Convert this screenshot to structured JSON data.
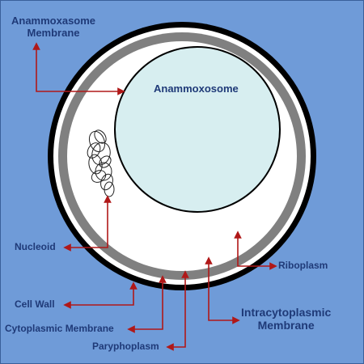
{
  "labels": {
    "anammoxosome_membrane_line1": "Anammoxasome",
    "anammoxosome_membrane_line2": "Membrane",
    "anammoxosome": "Anammoxosome",
    "nucleoid": "Nucleoid",
    "riboplasm": "Riboplasm",
    "cell_wall": "Cell Wall",
    "intracytoplasmic_membrane_line1": "Intracytoplasmic",
    "intracytoplasmic_membrane_line2": "Membrane",
    "cytoplasmic_membrane": "Cytoplasmic Membrane",
    "paryphoplasm": "Paryphoplasm"
  },
  "colors": {
    "background": "#6f9bd8",
    "cell_wall": "#000000",
    "cytoplasmic_membrane": "#ffffff",
    "intracytoplasmic_membrane": "#808080",
    "riboplasm": "#ffffff",
    "anammoxosome": "#d7eef0",
    "arrow": "#b01818",
    "label_text": "#1f3a78"
  }
}
